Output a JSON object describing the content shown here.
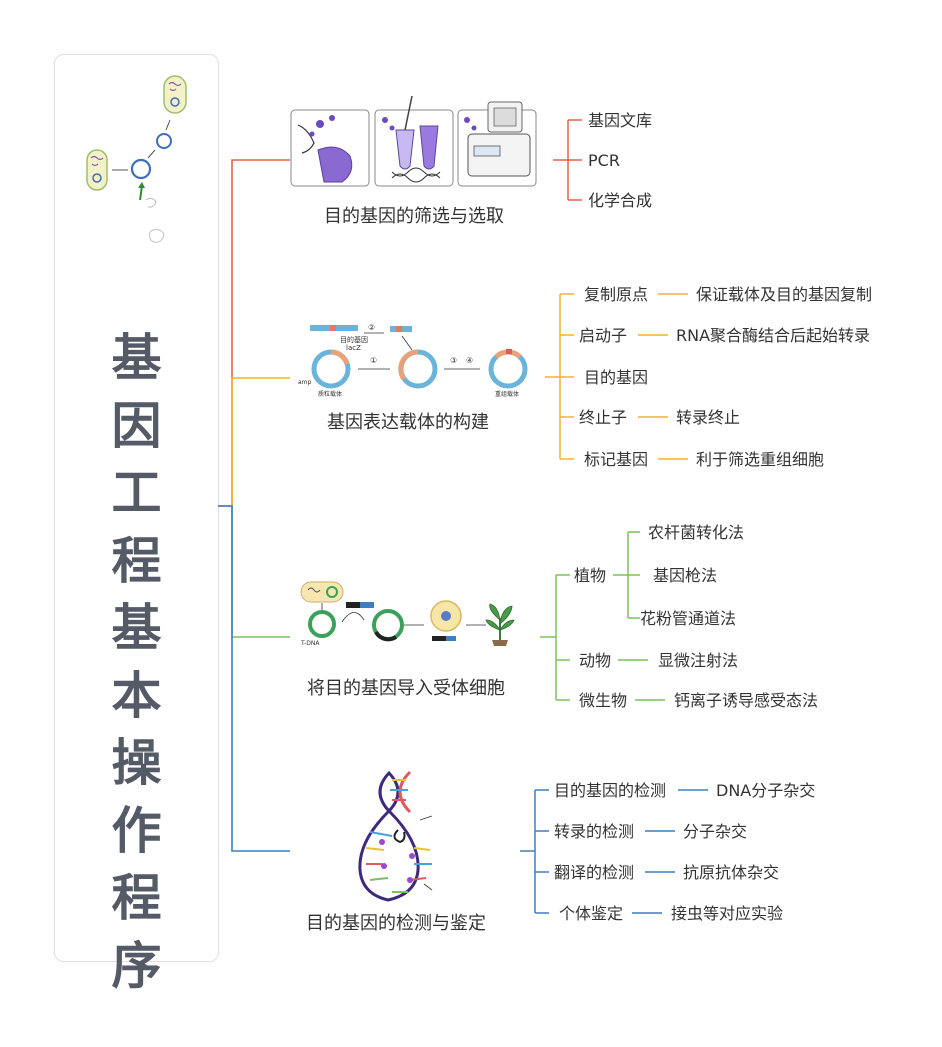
{
  "title": {
    "chars": [
      "基",
      "因",
      "工",
      "程",
      "基",
      "本",
      "操",
      "作",
      "程",
      "序"
    ]
  },
  "colors": {
    "red": "#e8604c",
    "orange": "#f2b42c",
    "green": "#7cc25a",
    "blue": "#3d7fc1"
  },
  "sections": [
    {
      "title": "目的基因的筛选与选取",
      "items": [
        {
          "label": "基因文库"
        },
        {
          "label": "PCR"
        },
        {
          "label": "化学合成"
        }
      ]
    },
    {
      "title": "基因表达载体的构建",
      "figure_labels": {
        "step2": "②",
        "step1": "①",
        "step3": "③",
        "step4": "④",
        "gene": "目的基因",
        "lacz": "lacZ",
        "amp": "amp",
        "plasmid": "质粒载体",
        "recombinant": "重组载体"
      },
      "items": [
        {
          "label": "复制原点",
          "desc": "保证载体及目的基因复制"
        },
        {
          "label": "启动子",
          "desc": "RNA聚合酶结合后起始转录"
        },
        {
          "label": "目的基因"
        },
        {
          "label": "终止子",
          "desc": "转录终止"
        },
        {
          "label": "标记基因",
          "desc": "利于筛选重组细胞"
        }
      ]
    },
    {
      "title": "将目的基因导入受体细胞",
      "groups": [
        {
          "label": "植物",
          "children": [
            "农杆菌转化法",
            "基因枪法",
            "花粉管通道法"
          ]
        },
        {
          "label": "动物",
          "children": [
            "显微注射法"
          ]
        },
        {
          "label": "微生物",
          "children": [
            "钙离子诱导感受态法"
          ]
        }
      ]
    },
    {
      "title": "目的基因的检测与鉴定",
      "items": [
        {
          "label": "目的基因的检测",
          "desc": "DNA分子杂交"
        },
        {
          "label": "转录的检测",
          "desc": "分子杂交"
        },
        {
          "label": "翻译的检测",
          "desc": "抗原抗体杂交"
        },
        {
          "label": "个体鉴定",
          "desc": "接虫等对应实验"
        }
      ]
    }
  ]
}
